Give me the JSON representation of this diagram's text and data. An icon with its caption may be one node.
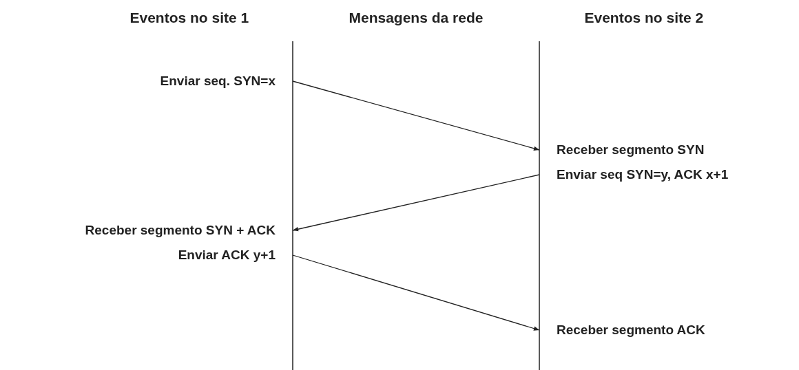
{
  "diagram": {
    "nodes": [
      {
        "text": [
          "Enviar seq. SYN=x"
        ]
      },
      {
        "text": [
          "Receber segmento SYN",
          "Enviar seq SYN=y, ACK x+1"
        ]
      },
      {
        "text": [
          "Receber segmento SYN + ACK",
          "Enviar ACK y+1"
        ]
      },
      {
        "text": [
          "Receber segmento ACK"
        ]
      }
    ],
    "edges": [
      {
        "from": 0,
        "to": 1,
        "arrow": "to"
      },
      {
        "from": 1,
        "to": 2,
        "arrow": "to"
      },
      {
        "from": 2,
        "to": 3,
        "arrow": "to"
      }
    ],
    "labels": [
      "Eventos no site 1",
      "Mensagens da rede",
      "Eventos no site 2"
    ]
  }
}
